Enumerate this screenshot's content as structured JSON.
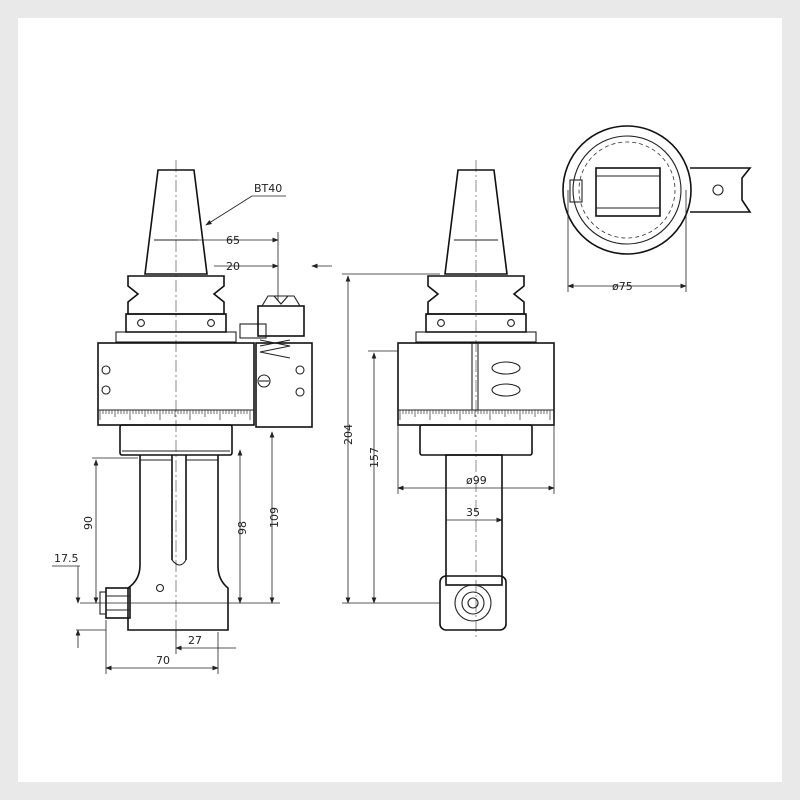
{
  "drawing": {
    "label_bt": "BT40",
    "dim_65": "65",
    "dim_20": "20",
    "dim_90": "90",
    "dim_98": "98",
    "dim_109": "109",
    "dim_17_5": "17.5",
    "dim_27": "27",
    "dim_70": "70",
    "dim_204": "204",
    "dim_157": "157",
    "dim_dia99": "ø99",
    "dim_35": "35",
    "dim_dia75": "ø75"
  }
}
